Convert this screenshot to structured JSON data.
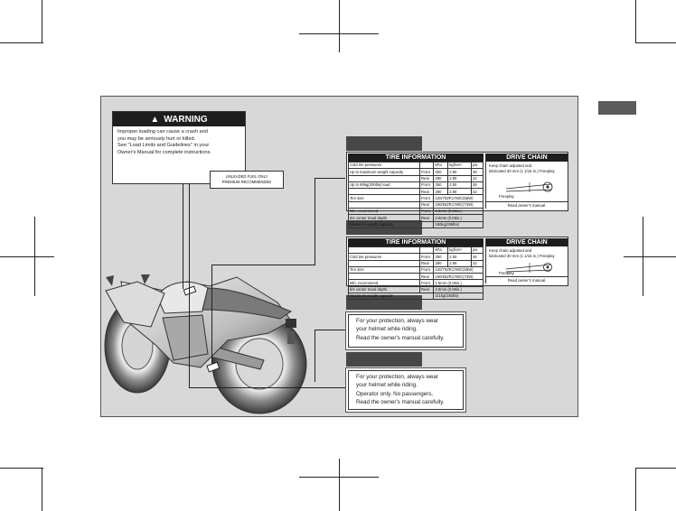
{
  "warning_label": {
    "heading": "WARNING",
    "text_lines": [
      "Improper loading can cause a crash and",
      "you may be seriously hurt or killed.",
      "See \"Load Limits and Guidelines\" in your",
      "Owner's Manual for complete instructions."
    ]
  },
  "fuel_label": {
    "lines": [
      "UNLEADED FUEL ONLY",
      "PREMIUM RECOMMENDED"
    ]
  },
  "tire_label_1": {
    "title": "TIRE INFORMATION",
    "units": [
      "kPa",
      "kgf/cm²",
      "psi"
    ],
    "rows": [
      {
        "label": "Cold tire pressures",
        "pos": "",
        "kpa": "",
        "kgf": "",
        "psi": ""
      },
      {
        "label": "Up to maximum weight capacity",
        "pos": "Front",
        "kpa": "250",
        "kgf": "2.50",
        "psi": "36"
      },
      {
        "label": "",
        "pos": "Rear",
        "kpa": "290",
        "kgf": "2.90",
        "psi": "42"
      },
      {
        "label": "Up to 90kg(200lbs) load",
        "pos": "Front",
        "kpa": "250",
        "kgf": "2.50",
        "psi": "36"
      },
      {
        "label": "",
        "pos": "Rear",
        "kpa": "290",
        "kgf": "2.90",
        "psi": "42"
      },
      {
        "label": "Tire size",
        "pos": "Front",
        "kpa": "120/70ZR17M/C(58W)",
        "kgf": "",
        "psi": ""
      },
      {
        "label": "",
        "pos": "Rear",
        "kpa": "190/50ZR17M/C(73W)",
        "kgf": "",
        "psi": ""
      },
      {
        "label": "Min. recommend",
        "pos": "Front",
        "kpa": "1.5mm (0.06in.)",
        "kgf": "",
        "psi": ""
      },
      {
        "label": "tire center tread depth.",
        "pos": "Rear",
        "kpa": "2.0mm (0.08in.)",
        "kgf": "",
        "psi": ""
      },
      {
        "label": "Maximum weight capacity",
        "pos": "",
        "kpa": "180kg(396lbs)",
        "kgf": "",
        "psi": ""
      }
    ],
    "chain_title": "DRIVE CHAIN",
    "chain_text": [
      "Keep chain adjusted and",
      "lubricated 30 mm (1 1/16 in.) Freeplay"
    ],
    "chain_freeplay": "Freeplay",
    "chain_footer": "Read owner's manual."
  },
  "tire_label_2": {
    "title": "TIRE INFORMATION",
    "units": [
      "kPa",
      "kgf/cm²",
      "psi"
    ],
    "rows": [
      {
        "label": "Cold tire pressures",
        "pos": "Front",
        "kpa": "250",
        "kgf": "2.50",
        "psi": "36"
      },
      {
        "label": "",
        "pos": "Rear",
        "kpa": "290",
        "kgf": "2.90",
        "psi": "42"
      },
      {
        "label": "Tire size",
        "pos": "Front",
        "kpa": "120/70ZR17M/C(58W)",
        "kgf": "",
        "psi": ""
      },
      {
        "label": "",
        "pos": "Rear",
        "kpa": "190/50ZR17M/C(73W)",
        "kgf": "",
        "psi": ""
      },
      {
        "label": "Min. recommend",
        "pos": "Front",
        "kpa": "1.5mm (0.06in.)",
        "kgf": "",
        "psi": ""
      },
      {
        "label": "tire center tread depth.",
        "pos": "Rear",
        "kpa": "2.0mm (0.08in.)",
        "kgf": "",
        "psi": ""
      },
      {
        "label": "Maximum weight capacity",
        "pos": "",
        "kpa": "111kg(245lbs)",
        "kgf": "",
        "psi": ""
      }
    ],
    "chain_title": "DRIVE CHAIN",
    "chain_text": [
      "Keep chain adjusted and",
      "lubricated 30 mm (1 1/16 in.) Freeplay"
    ],
    "chain_freeplay": "Freeplay",
    "chain_footer": "Read owner's manual."
  },
  "helmet_label_1": {
    "lines": [
      "For your protection, always wear",
      "your helmet while riding.",
      "Read the owner's manual carefully."
    ]
  },
  "helmet_label_2": {
    "lines": [
      "For your protection, always wear",
      "your helmet while riding.",
      "Operator only. No passengers.",
      "Read the owner's manual carefully."
    ]
  }
}
